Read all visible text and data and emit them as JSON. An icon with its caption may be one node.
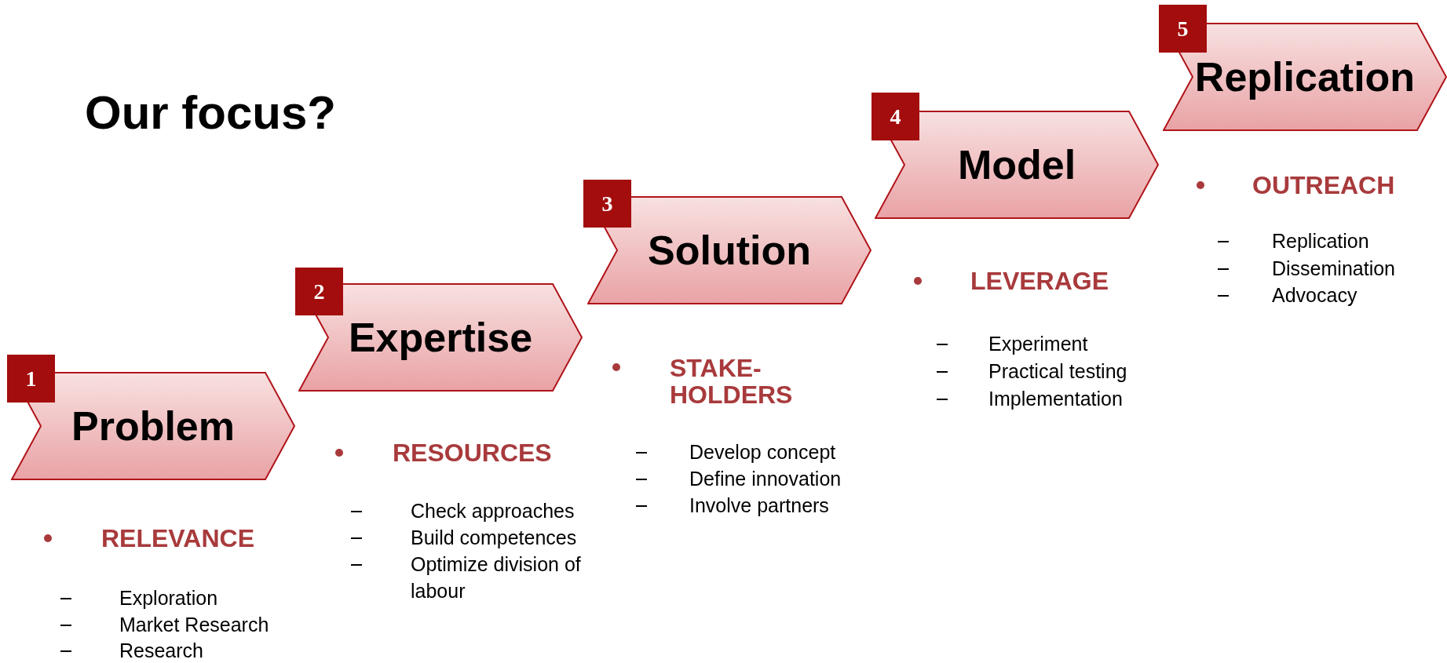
{
  "diagram": {
    "title": "Our focus?",
    "nodes": [
      {
        "text": [
          "1"
        ]
      },
      {
        "text": [
          "Problem"
        ]
      },
      {
        "text": [
          "2"
        ]
      },
      {
        "text": [
          "Expertise"
        ]
      },
      {
        "text": [
          "3"
        ]
      },
      {
        "text": [
          "Solution"
        ]
      },
      {
        "text": [
          "4"
        ]
      },
      {
        "text": [
          "Model"
        ]
      },
      {
        "text": [
          "5"
        ]
      },
      {
        "text": [
          "Replication"
        ]
      }
    ],
    "labels": [
      "RELEVANCE",
      "Exploration",
      "Market Research",
      "Research",
      "RESOURCES",
      "Check approaches",
      "Build competences",
      "Optimize division of labour",
      "STAKE-HOLDERS",
      "Develop concept",
      "Define innovation",
      "Involve partners",
      "LEVERAGE",
      "Experiment",
      "Practical testing",
      "Implementation",
      "OUTREACH",
      "Replication",
      "Dissemination",
      "Advocacy"
    ]
  }
}
